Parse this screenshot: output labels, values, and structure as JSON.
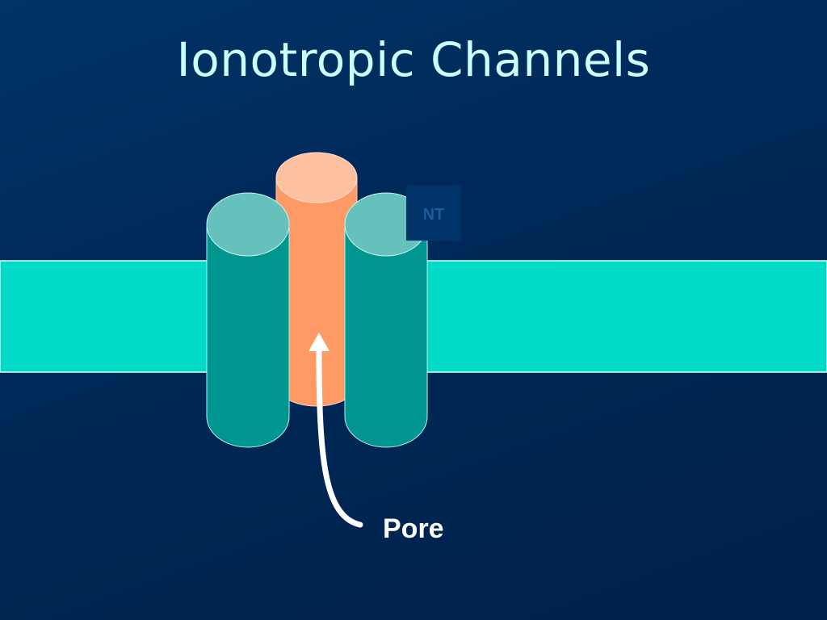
{
  "slide": {
    "title": "Ionotropic Channels"
  },
  "diagram": {
    "labels": {
      "neurotransmitter": "NT",
      "pore": "Pore"
    },
    "colors": {
      "background": "#00224a",
      "membrane": "#00dcc8",
      "subunit_side": "#009690",
      "subunit_top": "#66c0bc",
      "subunit_center": "#ff9966",
      "subunit_center_top": "#ffc0a0",
      "nt_box": "#003468",
      "nt_text": "#1c5c98",
      "arrow": "#ffffff",
      "title": "#ccffff"
    }
  }
}
